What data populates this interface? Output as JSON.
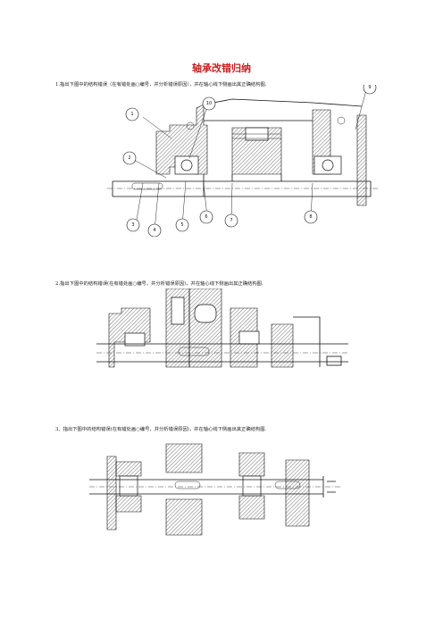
{
  "page": {
    "title": "轴承改错归纳",
    "questions": [
      "1.指出下图中的结构错误（在有错处画○编号，并分析错误原因），并在轴心线下侧画出其正确结构图.",
      "2.指出下图中的结构错误(在有错处画○编号，并分析错误原因)，并在轴心线下侧画出其正确结构图.",
      "3、指出下图中的结构错误(在有错处画○编号，并分析错误原因)，并在轴心线下侧画出其正确结构图."
    ]
  },
  "figure1": {
    "callouts": [
      "1",
      "2",
      "3",
      "4",
      "5",
      "6",
      "7",
      "8",
      "9",
      "10"
    ]
  },
  "colors": {
    "title": "#c81e1e",
    "ink": "#111111"
  }
}
